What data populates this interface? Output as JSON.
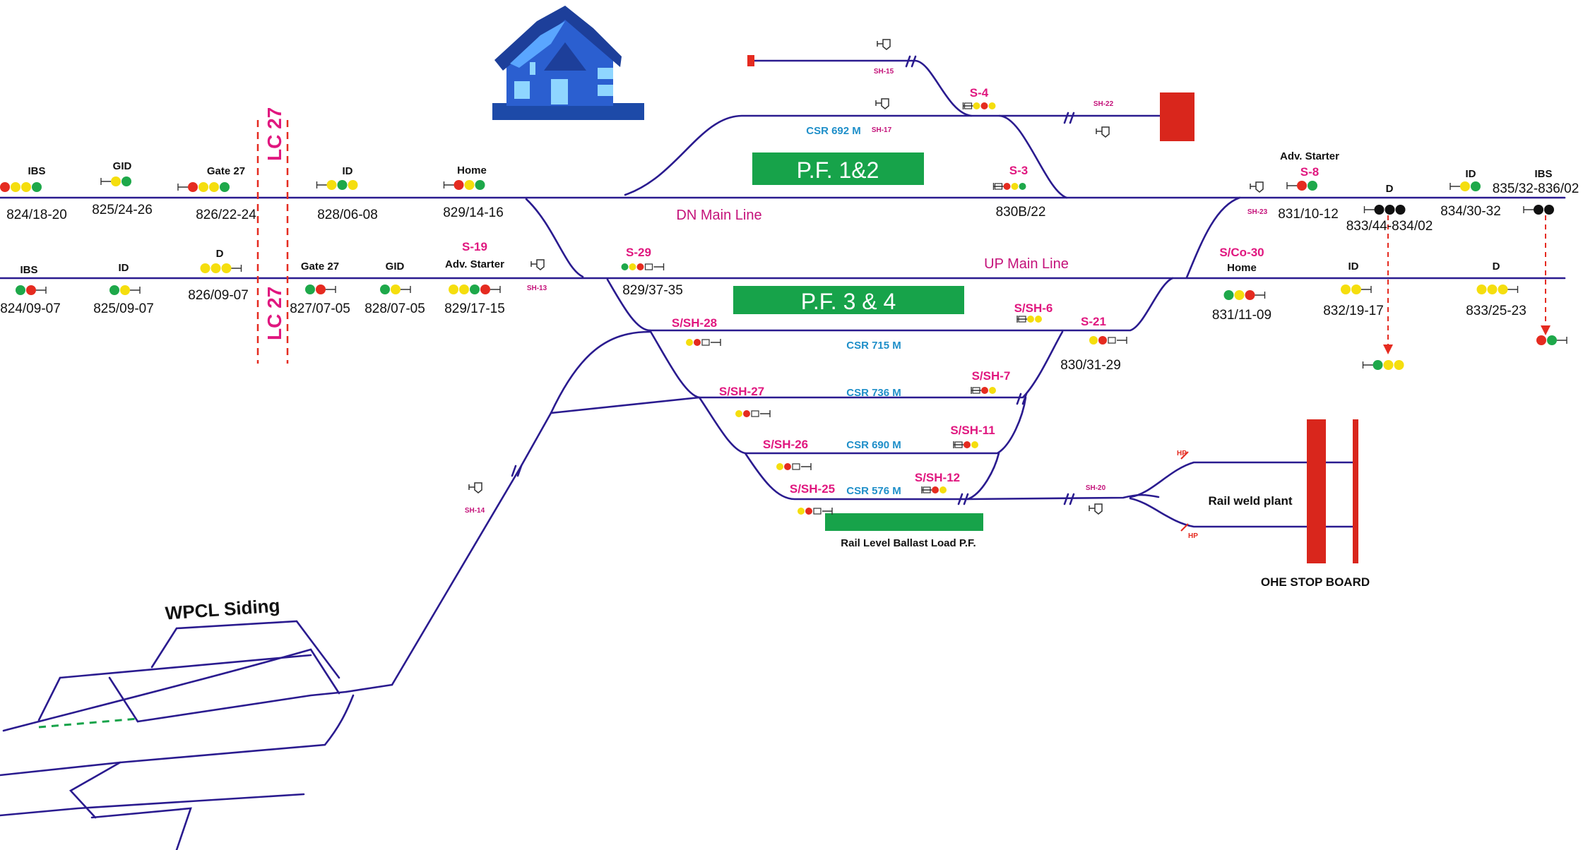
{
  "colors": {
    "track": "#2a1b8f",
    "platform": "#17a34a",
    "signal_red": "#e52b20",
    "signal_yellow": "#f5de0e",
    "signal_green": "#1ea84a",
    "label_magenta": "#e0177f",
    "csr_blue": "#1f8fc9",
    "dashed_red": "#e52b20",
    "stop_board": "#d9261c",
    "house_blue": "#1f4fb5"
  },
  "icons": {
    "house": "house-icon",
    "shunt_signal": "shunt-signal-icon",
    "stop_board": "stop-board-icon"
  },
  "lc_labels": [
    "LC 27",
    "LC 27"
  ],
  "platforms": {
    "pf12": "P.F. 1&2",
    "pf34": "P.F. 3 & 4",
    "ballast": "Rail Level Ballast Load P.F."
  },
  "lines": {
    "dn": "DN Main Line",
    "up": "UP Main Line"
  },
  "csr": [
    "CSR 692 M",
    "CSR 715 M",
    "CSR 736  M",
    "CSR 690 M",
    "CSR 576 M"
  ],
  "shunts": [
    "SH-15",
    "SH-17",
    "SH-22",
    "SH-23",
    "SH-13",
    "SH-14",
    "SH-20"
  ],
  "hp": [
    "HP",
    "HP"
  ],
  "rail_weld_plant": "Rail weld plant",
  "ohe_stop_board": "OHE STOP BOARD",
  "wpcl_siding": "WPCL Siding",
  "dn_signals": [
    {
      "name": "IBS",
      "km": "824/18-20"
    },
    {
      "name": "GID",
      "km": "825/24-26"
    },
    {
      "name": "Gate 27",
      "km": "826/22-24"
    },
    {
      "name": "ID",
      "km": "828/06-08"
    },
    {
      "name": "Home",
      "km": "829/14-16"
    },
    {
      "name": "S-3",
      "km": "830B/22"
    },
    {
      "name": "S-4",
      "km": ""
    },
    {
      "name": "S-8",
      "sub": "Adv. Starter",
      "km": "831/10-12"
    },
    {
      "name": "D",
      "km": "833/44-834/02"
    },
    {
      "name": "ID",
      "km": "834/30-32"
    },
    {
      "name": "IBS",
      "km": "835/32-836/02"
    }
  ],
  "up_signals": [
    {
      "name": "IBS",
      "km": "824/09-07"
    },
    {
      "name": "ID",
      "km": "825/09-07"
    },
    {
      "name": "D",
      "km": "826/09-07"
    },
    {
      "name": "Gate 27",
      "km": "827/07-05"
    },
    {
      "name": "GID",
      "km": "828/07-05"
    },
    {
      "name": "S-19",
      "sub": "Adv. Starter",
      "km": "829/17-15"
    },
    {
      "name": "S-29",
      "km": "829/37-35"
    },
    {
      "name": "S/Co-30",
      "sub": "Home",
      "km": "831/11-09"
    },
    {
      "name": "ID",
      "km": "832/19-17"
    },
    {
      "name": "D",
      "km": "833/25-23"
    }
  ],
  "yard_signals": [
    {
      "name": "S/SH-28"
    },
    {
      "name": "S/SH-27"
    },
    {
      "name": "S/SH-26"
    },
    {
      "name": "S/SH-25"
    },
    {
      "name": "S/SH-6"
    },
    {
      "name": "S/SH-7"
    },
    {
      "name": "S/SH-11"
    },
    {
      "name": "S/SH-12"
    },
    {
      "name": "S-21",
      "km": "830/31-29"
    }
  ]
}
